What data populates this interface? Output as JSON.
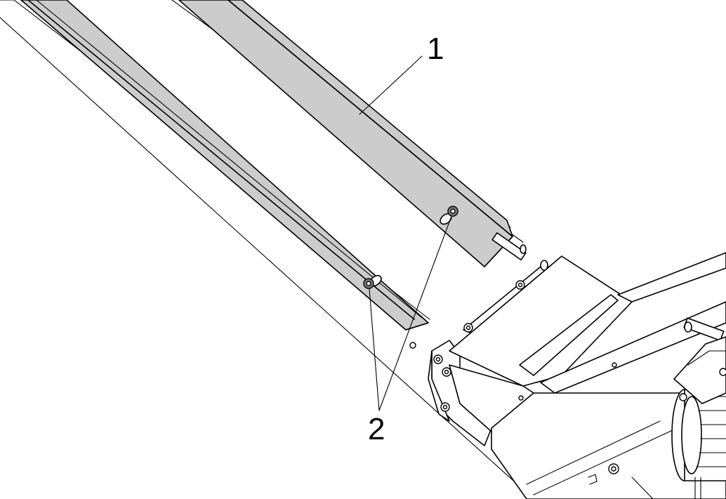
{
  "callouts": [
    {
      "id": "1",
      "label": "1"
    },
    {
      "id": "2",
      "label": "2"
    }
  ],
  "colors": {
    "line": "#000000",
    "rail_fill": "#cccccc",
    "background": "#ffffff",
    "fastener_fill": "#7d7d7d"
  }
}
